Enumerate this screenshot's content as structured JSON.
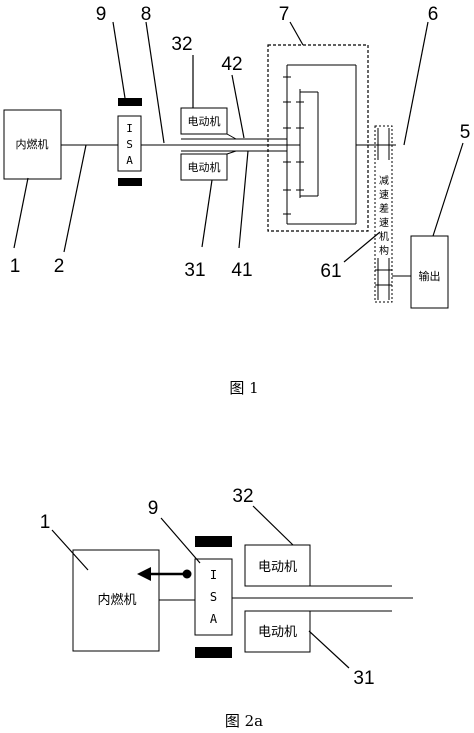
{
  "figure1": {
    "engine_label": "内燃机",
    "isa_letters": [
      "I",
      "S",
      "A"
    ],
    "motor_top_label": "电动机",
    "motor_bottom_label": "电动机",
    "reducer_chars": [
      "减",
      "速",
      "差",
      "速",
      "机",
      "构"
    ],
    "output_label": "输出",
    "callouts": {
      "n1": "1",
      "n2": "2",
      "n5": "5",
      "n6": "6",
      "n7": "7",
      "n8": "8",
      "n9": "9",
      "n31": "31",
      "n32": "32",
      "n41": "41",
      "n42": "42",
      "n61": "61"
    },
    "caption": "图 1"
  },
  "figure2a": {
    "engine_label": "内燃机",
    "isa_letters": [
      "I",
      "S",
      "A"
    ],
    "motor_top_label": "电动机",
    "motor_bottom_label": "电动机",
    "callouts": {
      "n1": "1",
      "n9": "9",
      "n31": "31",
      "n32": "32"
    },
    "caption": "图 2a"
  }
}
